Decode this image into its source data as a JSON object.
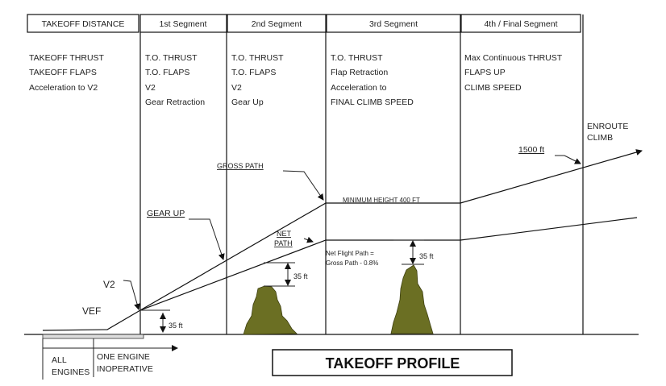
{
  "headers": [
    "TAKEOFF DISTANCE",
    "1st Segment",
    "2nd Segment",
    "3rd Segment",
    "4th / Final Segment"
  ],
  "columns": [
    [
      "TAKEOFF THRUST",
      "TAKEOFF FLAPS",
      "Acceleration to V2"
    ],
    [
      "T.O. THRUST",
      "T.O. FLAPS",
      "V2",
      "Gear Retraction"
    ],
    [
      "T.O. THRUST",
      "T.O. FLAPS",
      "V2",
      "Gear Up"
    ],
    [
      "T.O. THRUST",
      "Flap Retraction",
      "Acceleration to",
      "FINAL CLIMB SPEED"
    ],
    [
      "Max Continuous THRUST",
      "FLAPS UP",
      "CLIMB SPEED"
    ]
  ],
  "labels": {
    "enroute_1": "ENROUTE",
    "enroute_2": "CLIMB",
    "ft1500": "1500 ft",
    "gross_path": "GROSS PATH",
    "min_height": "MINIMUM HEIGHT  400 FT",
    "gear_up": "GEAR UP",
    "net_1": "NET",
    "net_2": "PATH",
    "net_formula_1": "Net Flight Path =",
    "net_formula_2": "Gross Path - 0.8%",
    "ft35_a": "35 ft",
    "ft35_b": "35 ft",
    "ft35_c": "35 ft",
    "v2": "V2",
    "vef": "VEF",
    "all_1": "ALL",
    "all_2": "ENGINES",
    "oei_1": "ONE ENGINE",
    "oei_2": "INOPERATIVE",
    "title": "TAKEOFF PROFILE"
  },
  "colors": {
    "terrain": "#6b6f23"
  }
}
